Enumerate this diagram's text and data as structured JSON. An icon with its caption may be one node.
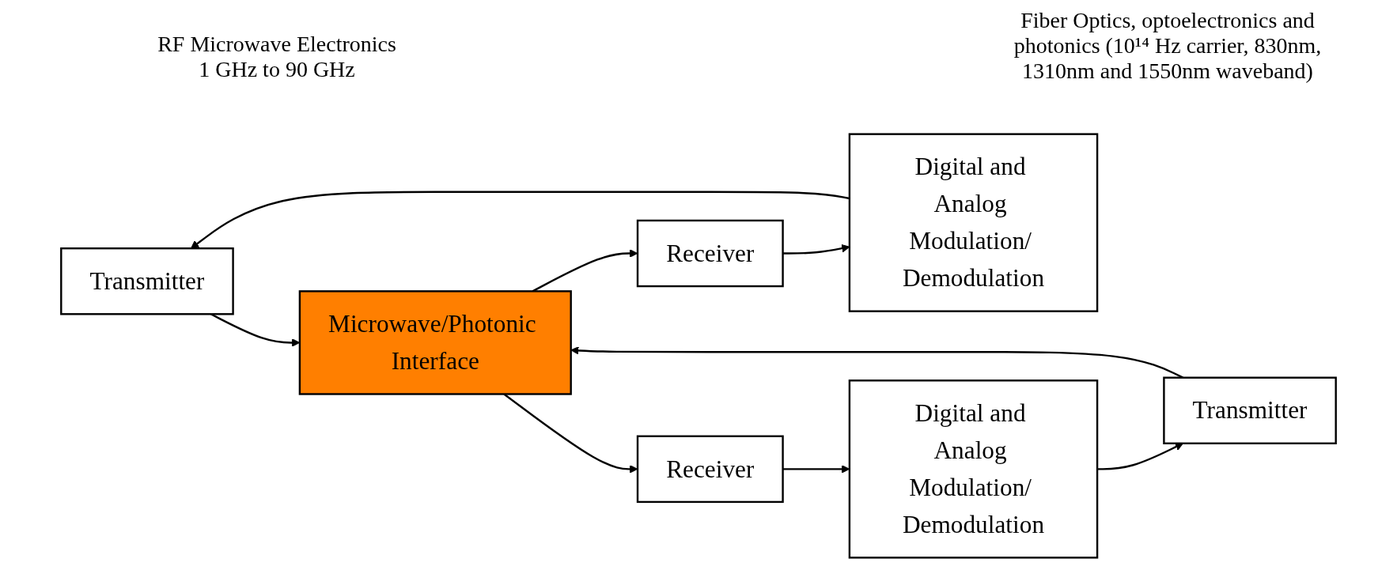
{
  "diagram": {
    "nodes": [
      {
        "text": [
          "Transmitter"
        ]
      },
      {
        "text": [
          "Microwave/Photonic Interface"
        ]
      },
      {
        "text": [
          "Transmitter"
        ]
      },
      {
        "text": [
          "Receiver"
        ]
      },
      {
        "text": [
          "Receiver"
        ]
      },
      {
        "text": [
          "Digital and Analog Modulation/ Demodulation"
        ]
      },
      {
        "text": [
          "Digital and Analog Modulation/ Demodulation"
        ]
      }
    ],
    "edges": [
      {
        "from": 5,
        "to": 0,
        "arrow": "to"
      },
      {
        "from": 0,
        "to": 1,
        "arrow": "to"
      },
      {
        "from": 1,
        "to": 3,
        "arrow": "to"
      },
      {
        "from": 3,
        "to": 5,
        "arrow": "to"
      },
      {
        "from": 2,
        "to": 1,
        "arrow": "to"
      },
      {
        "from": 1,
        "to": 4,
        "arrow": "to"
      },
      {
        "from": 4,
        "to": 6,
        "arrow": "to"
      },
      {
        "from": 6,
        "to": 2,
        "arrow": "to"
      }
    ],
    "labels": [
      "RF Microwave Electronics",
      "1 GHz to 90 GHz",
      "Fiber Optics, optoelectronics and photonics (10¹⁴ Hz carrier, 830nm, 1310nm and 1550nm waveband)"
    ]
  }
}
